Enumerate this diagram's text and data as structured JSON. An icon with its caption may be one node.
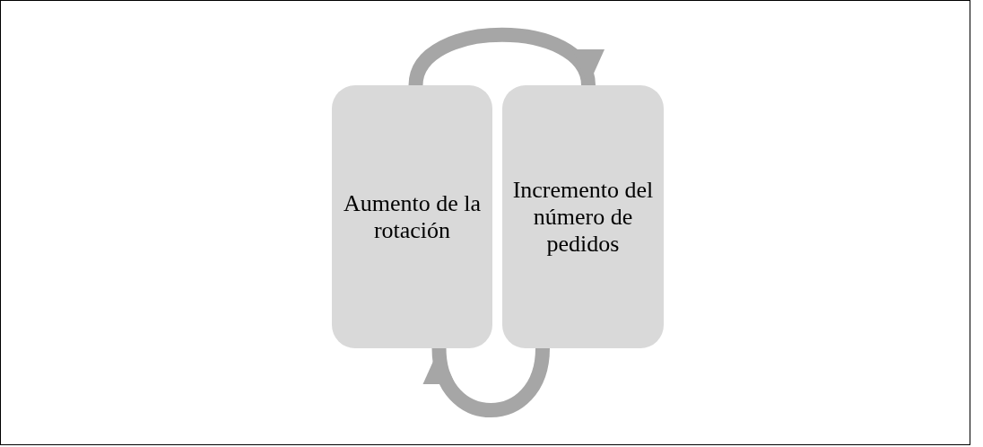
{
  "diagram": {
    "nodes": [
      {
        "text": [
          "Aumento de la rotación"
        ]
      },
      {
        "text": [
          "Incremento del número de pedidos"
        ]
      }
    ],
    "edges": [
      {
        "from": 0,
        "to": 1,
        "arrow": "to"
      },
      {
        "from": 1,
        "to": 0,
        "arrow": "to"
      }
    ]
  }
}
